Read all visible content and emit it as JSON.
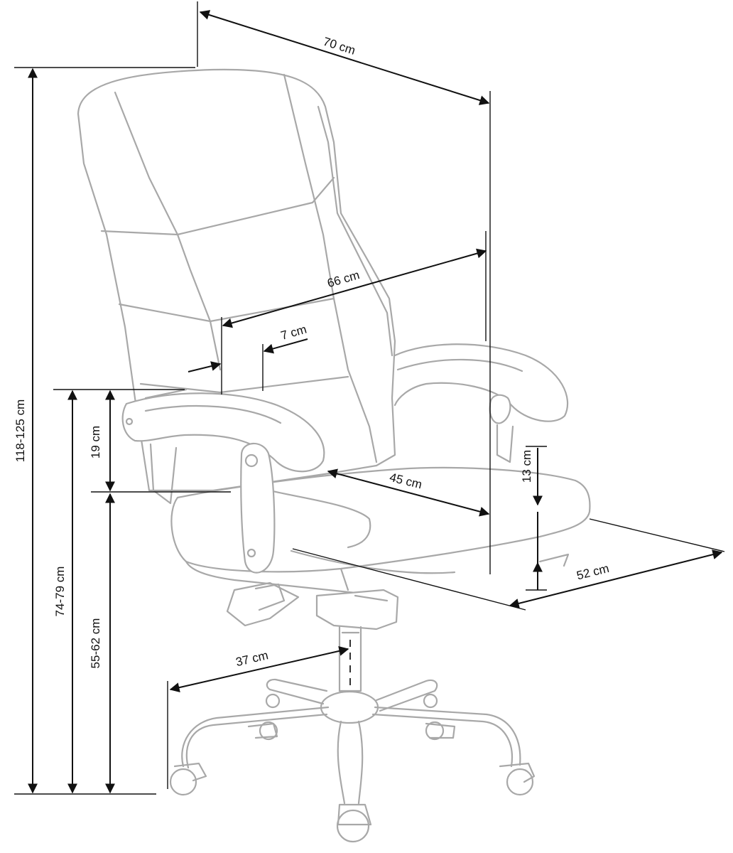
{
  "dimensions": {
    "overall_width": "70 cm",
    "backrest_width": "66 cm",
    "armrest_width": "7 cm",
    "total_height": "118-125 cm",
    "armrest_height": "74-79 cm",
    "armrest_above_seat": "19 cm",
    "seat_height": "55-62 cm",
    "seat_width": "45 cm",
    "seat_thickness": "13 cm",
    "seat_depth": "52 cm",
    "base_radius": "37 cm"
  },
  "colors": {
    "chair_outline": "#a8a8a8",
    "dimension_lines": "#111111",
    "background": "#ffffff"
  }
}
